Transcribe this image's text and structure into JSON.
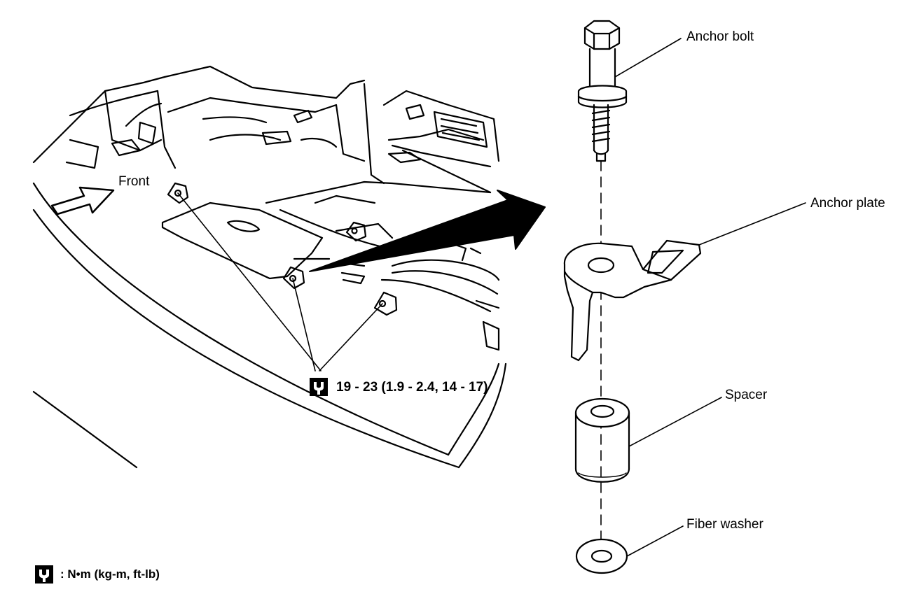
{
  "labels": {
    "front": "Front",
    "anchor_bolt": "Anchor bolt",
    "anchor_plate": "Anchor plate",
    "spacer": "Spacer",
    "fiber_washer": "Fiber washer",
    "torque_spec": "19 - 23 (1.9 - 2.4, 14 - 17)",
    "legend_units": ": N•m (kg-m, ft-lb)"
  },
  "icons": {
    "torque": "torque-wrench-icon",
    "direction": "front-arrow-icon"
  },
  "colors": {
    "ink": "#000000",
    "paper": "#ffffff"
  }
}
